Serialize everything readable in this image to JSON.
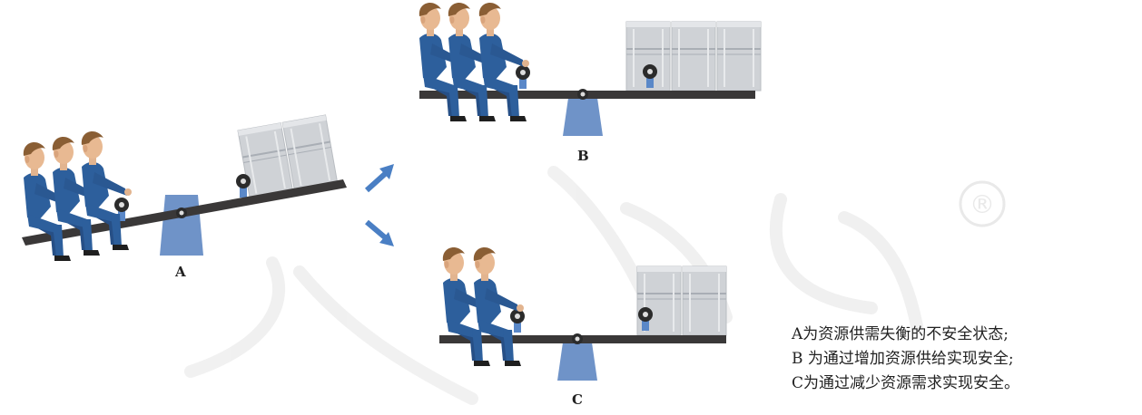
{
  "panels": {
    "a_label": "A",
    "b_label": "B",
    "c_label": "C"
  },
  "legend": [
    "A为资源供需失衡的不安全状态;",
    "B 为通过增加资源供给实现安全;",
    "C为通过减少资源需求实现安全。"
  ],
  "watermark": "人教版",
  "watermark_mark": "®",
  "colors": {
    "suit": "#2d5f9c",
    "fulcrum": "#6f93c8",
    "beam": "#3a3838",
    "box": "#cdd0d4",
    "arrow": "#4a7fc4"
  }
}
